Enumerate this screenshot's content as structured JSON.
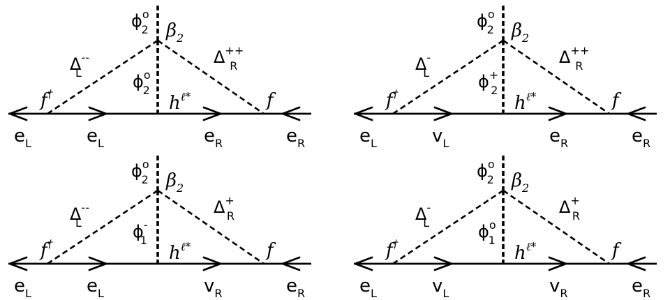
{
  "diagrams": [
    {
      "id": "top-left",
      "vertex_top": {
        "base": "ϕ",
        "sub": "2",
        "sup": "o"
      },
      "vertex_label": {
        "base": "β",
        "sub": "2"
      },
      "left_scalar": {
        "base": "Δ",
        "sub": "L",
        "sup": "--"
      },
      "right_scalar": {
        "base": "Δ",
        "sub": "R",
        "sup": "++"
      },
      "inner_scalar": {
        "base": "ϕ",
        "sub": "2",
        "sup": "o"
      },
      "left_coupling": {
        "base": "f",
        "sup": "†"
      },
      "right_coupling": {
        "base": "f"
      },
      "higgs": {
        "base": "h",
        "sup": "ℓ*"
      },
      "fermions": [
        {
          "base": "e",
          "sub": "L"
        },
        {
          "base": "e",
          "sub": "L"
        },
        {
          "base": "e",
          "sub": "R"
        },
        {
          "base": "e",
          "sub": "R"
        }
      ]
    },
    {
      "id": "top-right",
      "vertex_top": {
        "base": "ϕ",
        "sub": "2",
        "sup": "o"
      },
      "vertex_label": {
        "base": "β",
        "sub": "2"
      },
      "left_scalar": {
        "base": "Δ",
        "sub": "L",
        "sup": "-"
      },
      "right_scalar": {
        "base": "Δ",
        "sub": "R",
        "sup": "++"
      },
      "inner_scalar": {
        "base": "ϕ",
        "sub": "2",
        "sup": "+"
      },
      "left_coupling": {
        "base": "f",
        "sup": "†"
      },
      "right_coupling": {
        "base": "f"
      },
      "higgs": {
        "base": "h",
        "sup": "ℓ*"
      },
      "fermions": [
        {
          "base": "e",
          "sub": "L"
        },
        {
          "base": "v",
          "sub": "L"
        },
        {
          "base": "e",
          "sub": "R"
        },
        {
          "base": "e",
          "sub": "R"
        }
      ]
    },
    {
      "id": "bottom-left",
      "vertex_top": {
        "base": "ϕ",
        "sub": "2",
        "sup": "o"
      },
      "vertex_label": {
        "base": "β",
        "sub": "2"
      },
      "left_scalar": {
        "base": "Δ",
        "sub": "L",
        "sup": "--"
      },
      "right_scalar": {
        "base": "Δ",
        "sub": "R",
        "sup": "+"
      },
      "inner_scalar": {
        "base": "ϕ",
        "sub": "1",
        "sup": "-"
      },
      "left_coupling": {
        "base": "f",
        "sup": "†"
      },
      "right_coupling": {
        "base": "f"
      },
      "higgs": {
        "base": "h",
        "sup": "ℓ*"
      },
      "fermions": [
        {
          "base": "e",
          "sub": "L"
        },
        {
          "base": "e",
          "sub": "L"
        },
        {
          "base": "v",
          "sub": "R"
        },
        {
          "base": "e",
          "sub": "R"
        }
      ]
    },
    {
      "id": "bottom-right",
      "vertex_top": {
        "base": "ϕ",
        "sub": "2",
        "sup": "o"
      },
      "vertex_label": {
        "base": "β",
        "sub": "2"
      },
      "left_scalar": {
        "base": "Δ",
        "sub": "L",
        "sup": "-"
      },
      "right_scalar": {
        "base": "Δ",
        "sub": "R",
        "sup": "+"
      },
      "inner_scalar": {
        "base": "ϕ",
        "sub": "1",
        "sup": "o"
      },
      "left_coupling": {
        "base": "f",
        "sup": "†"
      },
      "right_coupling": {
        "base": "f"
      },
      "higgs": {
        "base": "h",
        "sup": "ℓ*"
      },
      "fermions": [
        {
          "base": "e",
          "sub": "L"
        },
        {
          "base": "v",
          "sub": "L"
        },
        {
          "base": "v",
          "sub": "R"
        },
        {
          "base": "e",
          "sub": "R"
        }
      ]
    }
  ]
}
